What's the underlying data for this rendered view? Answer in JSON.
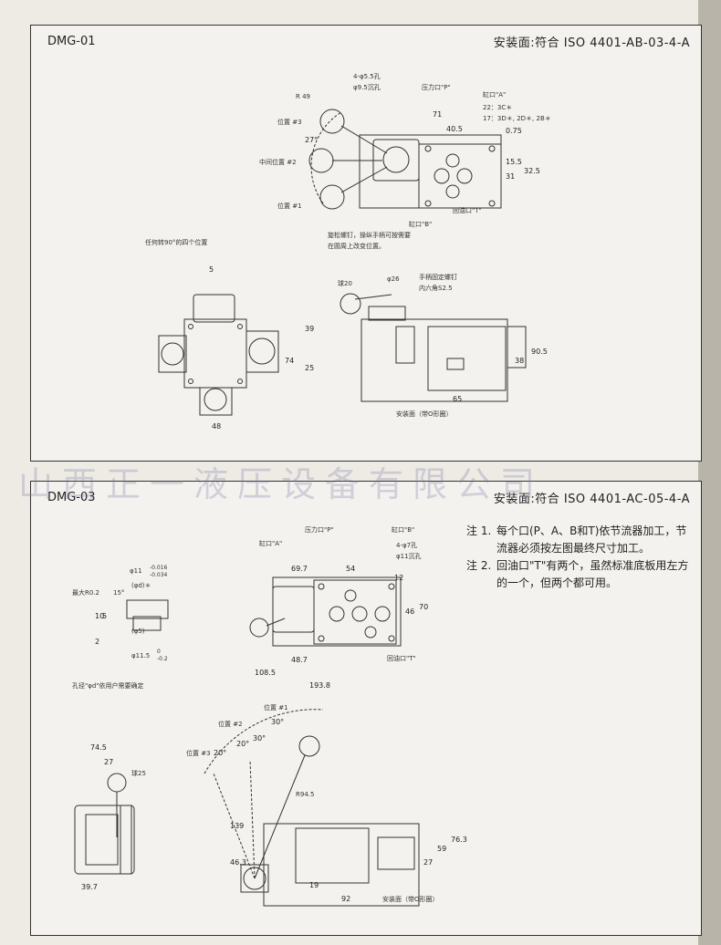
{
  "watermark": "山西正一液压设备有限公司",
  "panel1": {
    "model": "DMG-01",
    "mounting": "安装面:符合 ISO 4401-AB-03-4-A",
    "labels": {
      "holes": "4-φ5.5孔",
      "counterbore": "φ9.5沉孔",
      "pressure_port": "压力口\"P\"",
      "port_a": "缸口\"A\"",
      "r49": "R 49",
      "pos3": "位置 #3",
      "center_pos2": "中间位置 #2",
      "pos1": "位置 #1",
      "port_b": "缸口\"B\"",
      "return_t": "回油口\"T\"",
      "loosen": "旋松螺钉，操纵手柄可按需要",
      "loosen2": "在圆周上改变位置。",
      "four_positions": "任何转90°的四个位置",
      "handle_screw": "手柄固定螺钉",
      "hex": "内六角S2.5",
      "phi26": "φ26",
      "ball20": "球20",
      "mount_surface": "安装面（带O形圈）",
      "d22": "22：3C＊",
      "d17": "17：3D＊, 2D＊, 2B＊"
    },
    "dims": {
      "d71": "71",
      "d40_5": "40.5",
      "d0_75": "0.75",
      "d15_5": "15.5",
      "d31": "31",
      "d32_5": "32.5",
      "d27": "27°",
      "d5": "5",
      "d74": "74",
      "d48": "48",
      "d39": "39",
      "d25": "25",
      "d65": "65",
      "d90_5": "90.5",
      "d38": "38"
    }
  },
  "panel2": {
    "model": "DMG-03",
    "mounting": "安装面:符合 ISO 4401-AC-05-4-A",
    "notes": [
      {
        "num": "注 1.",
        "text": "每个口(P、A、B和T)依节流器加工，节流器必须按左图最终尺寸加工。"
      },
      {
        "num": "注 2.",
        "text": "回油口\"T\"有两个，虽然标准底板用左方的一个，但两个都可用。"
      }
    ],
    "labels": {
      "pressure_port": "压力口\"P\"",
      "port_b": "缸口\"B\"",
      "port_a": "缸口\"A\"",
      "holes": "4-φ7孔",
      "counterbore": "φ11沉孔",
      "return_t": "回油口\"T\"",
      "max_r": "最大R0.2",
      "d15": "15°",
      "phid": "(φd)＊",
      "phi11": "φ11",
      "tol11_up": "-0.016",
      "tol11_dn": "-0.034",
      "phi5": "(φ5)",
      "phi11_5": "φ11.5",
      "tol115_up": "0",
      "tol115_dn": "-0.2",
      "hole_note": "孔径\"φd\"依用户需要确定",
      "ball25": "球25",
      "pos2": "位置 #2",
      "pos3": "位置 #3",
      "pos1": "位置 #1",
      "r94_5": "R94.5",
      "mount_surface": "安装面（带O形圈）"
    },
    "dims": {
      "d69_7": "69.7",
      "d54": "54",
      "d12": "12",
      "d46": "46",
      "d70": "70",
      "d48_7": "48.7",
      "d108_5": "108.5",
      "d193_8": "193.8",
      "d74_5": "74.5",
      "d27": "27",
      "d39_7": "39.7",
      "d30a": "30°",
      "d30b": "30°",
      "d20a": "20°",
      "d20b": "20°",
      "d139": "139",
      "d46_3": "46.3",
      "d19": "19",
      "d92": "92",
      "d27b": "27",
      "d59": "59",
      "d76_3": "76.3",
      "d5": "5",
      "d10": "10",
      "d2": "2"
    }
  }
}
